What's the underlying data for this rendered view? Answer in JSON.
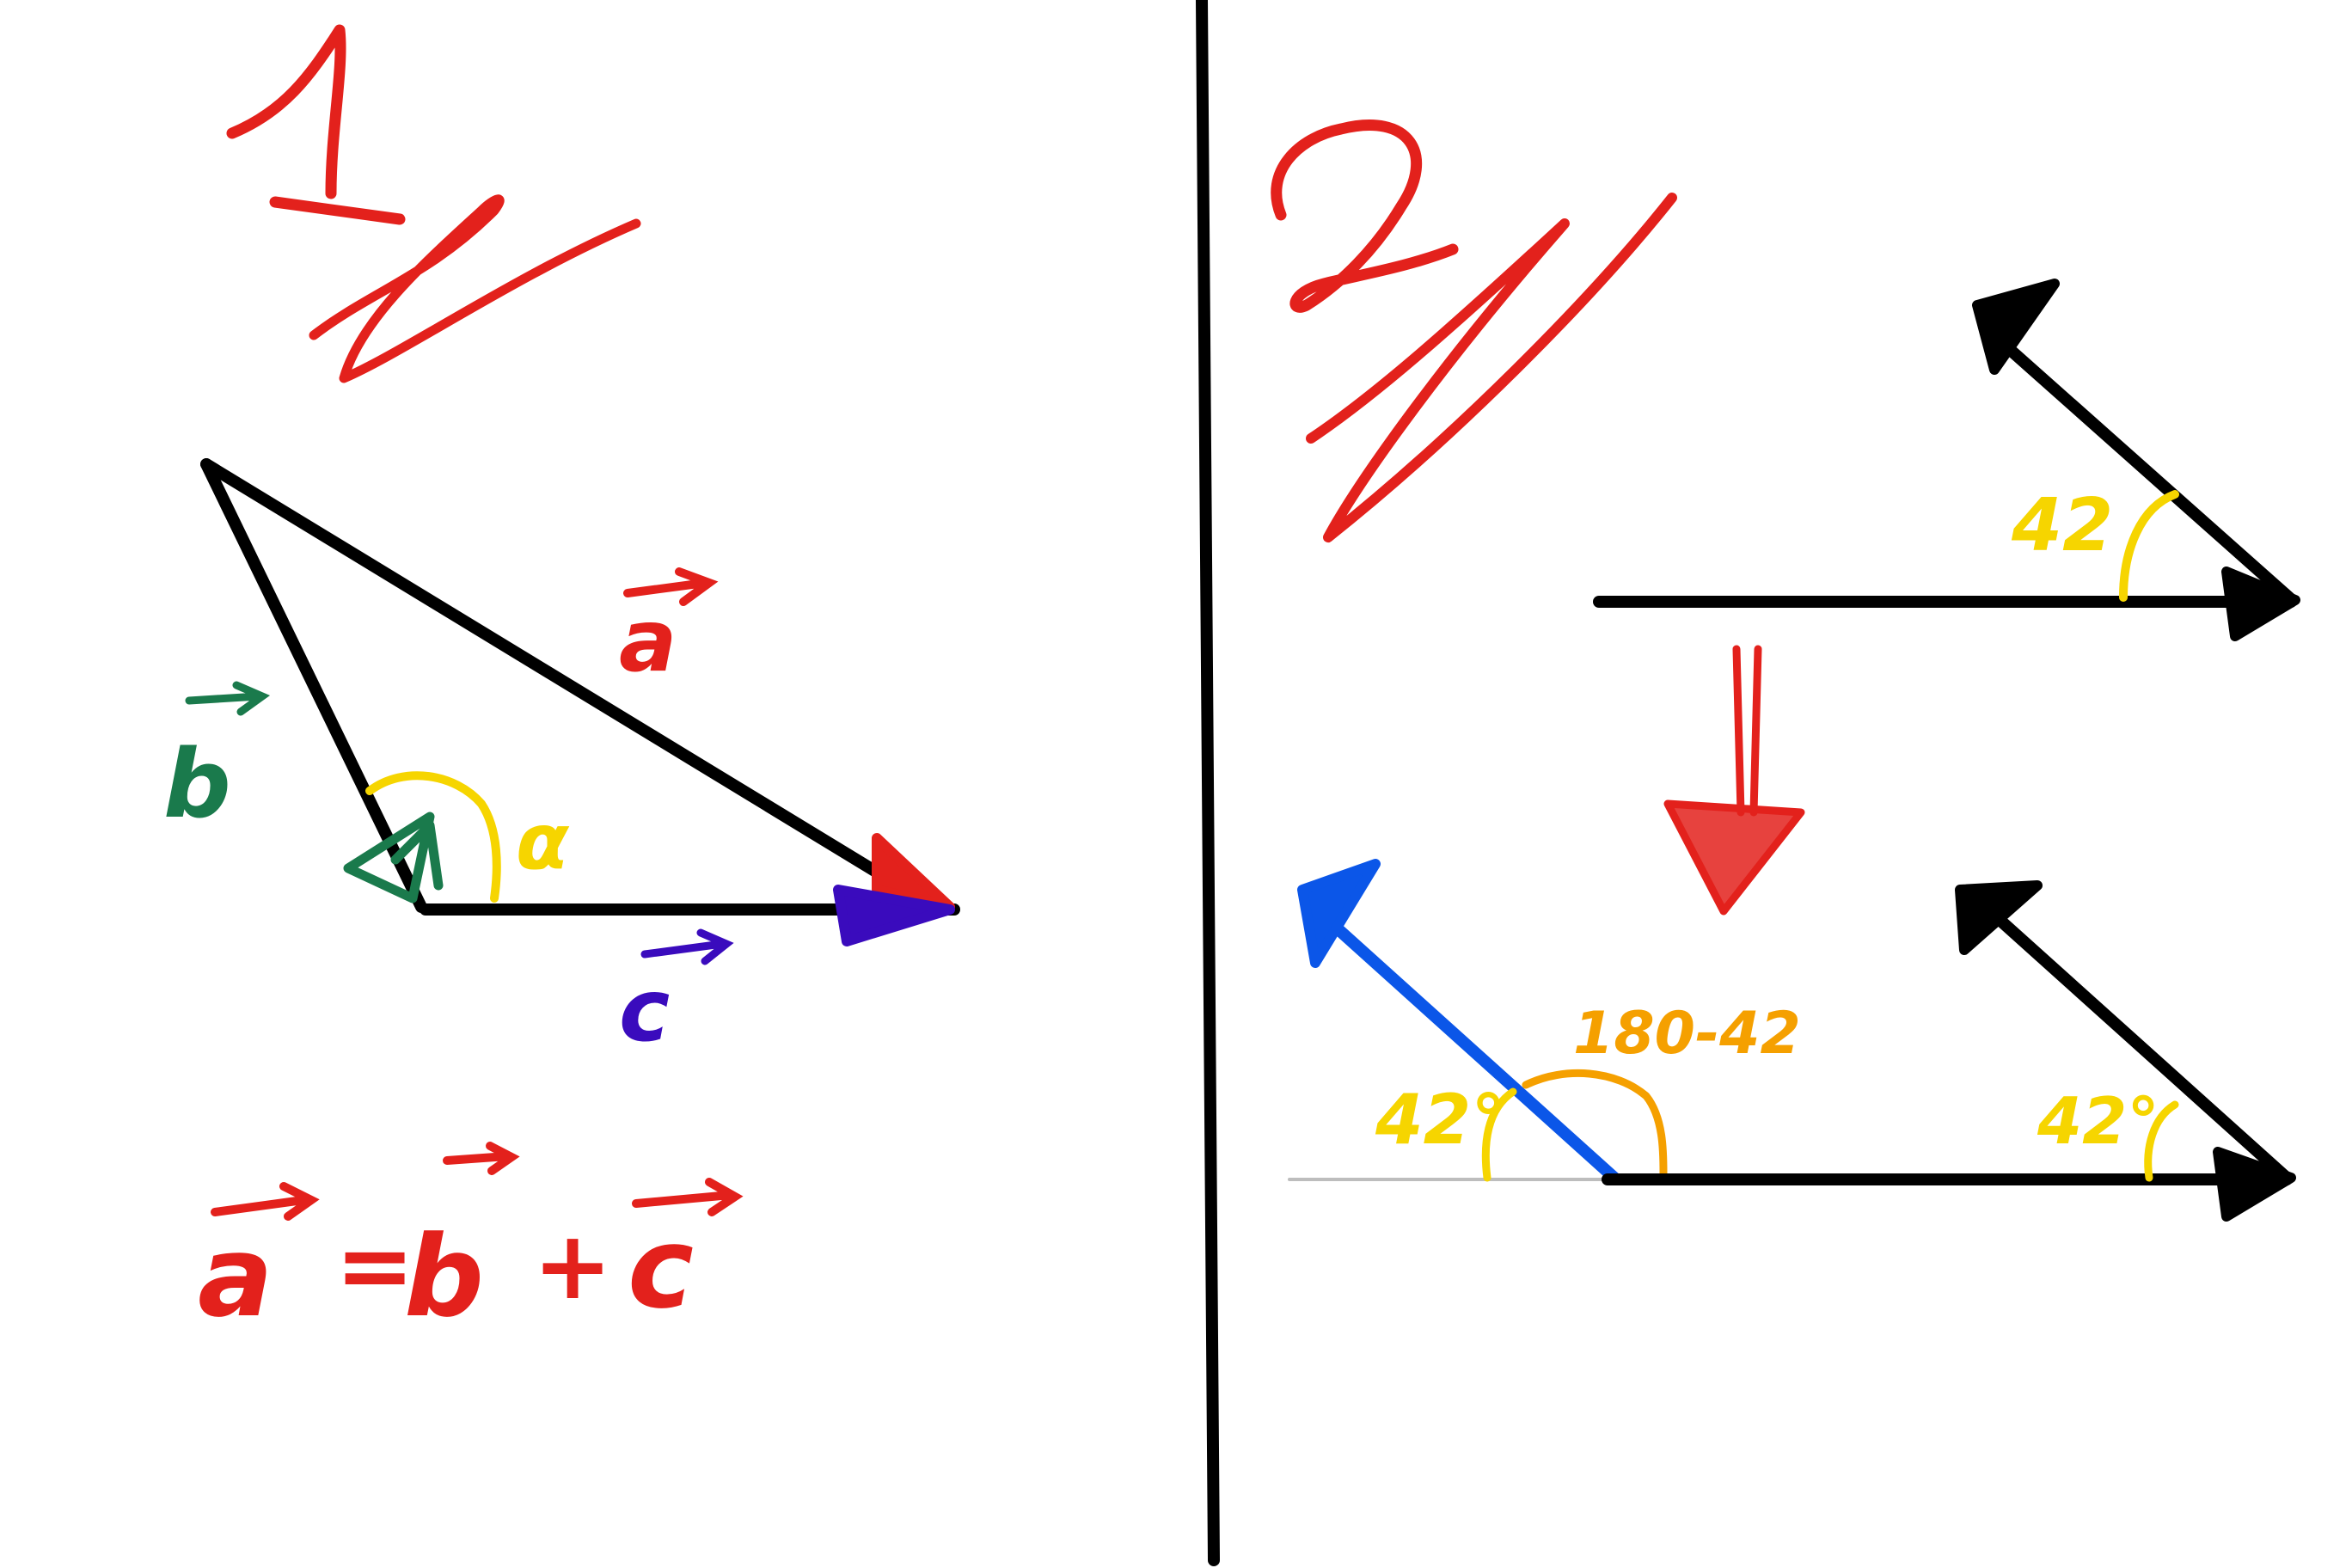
{
  "colors": {
    "red": "#e3211c",
    "black": "#000000",
    "green": "#1a7a4c",
    "purple": "#3a0bbd",
    "yellow": "#f6d500",
    "orange": "#f5a000",
    "blue": "#0b56e8",
    "grey": "#bdbdbd"
  },
  "section1": {
    "heading": "1",
    "vector_a_label": "a",
    "vector_b_label": "b",
    "vector_c_label": "c",
    "angle_label": "α",
    "equation": {
      "lhs": "a",
      "eq": "=",
      "b": "b",
      "plus": "+",
      "c": "c"
    }
  },
  "section2": {
    "heading": "2",
    "angle_top": "42",
    "angle_bottom_left": "42°",
    "angle_bottom_middle": "180-42",
    "angle_bottom_right": "42°"
  }
}
